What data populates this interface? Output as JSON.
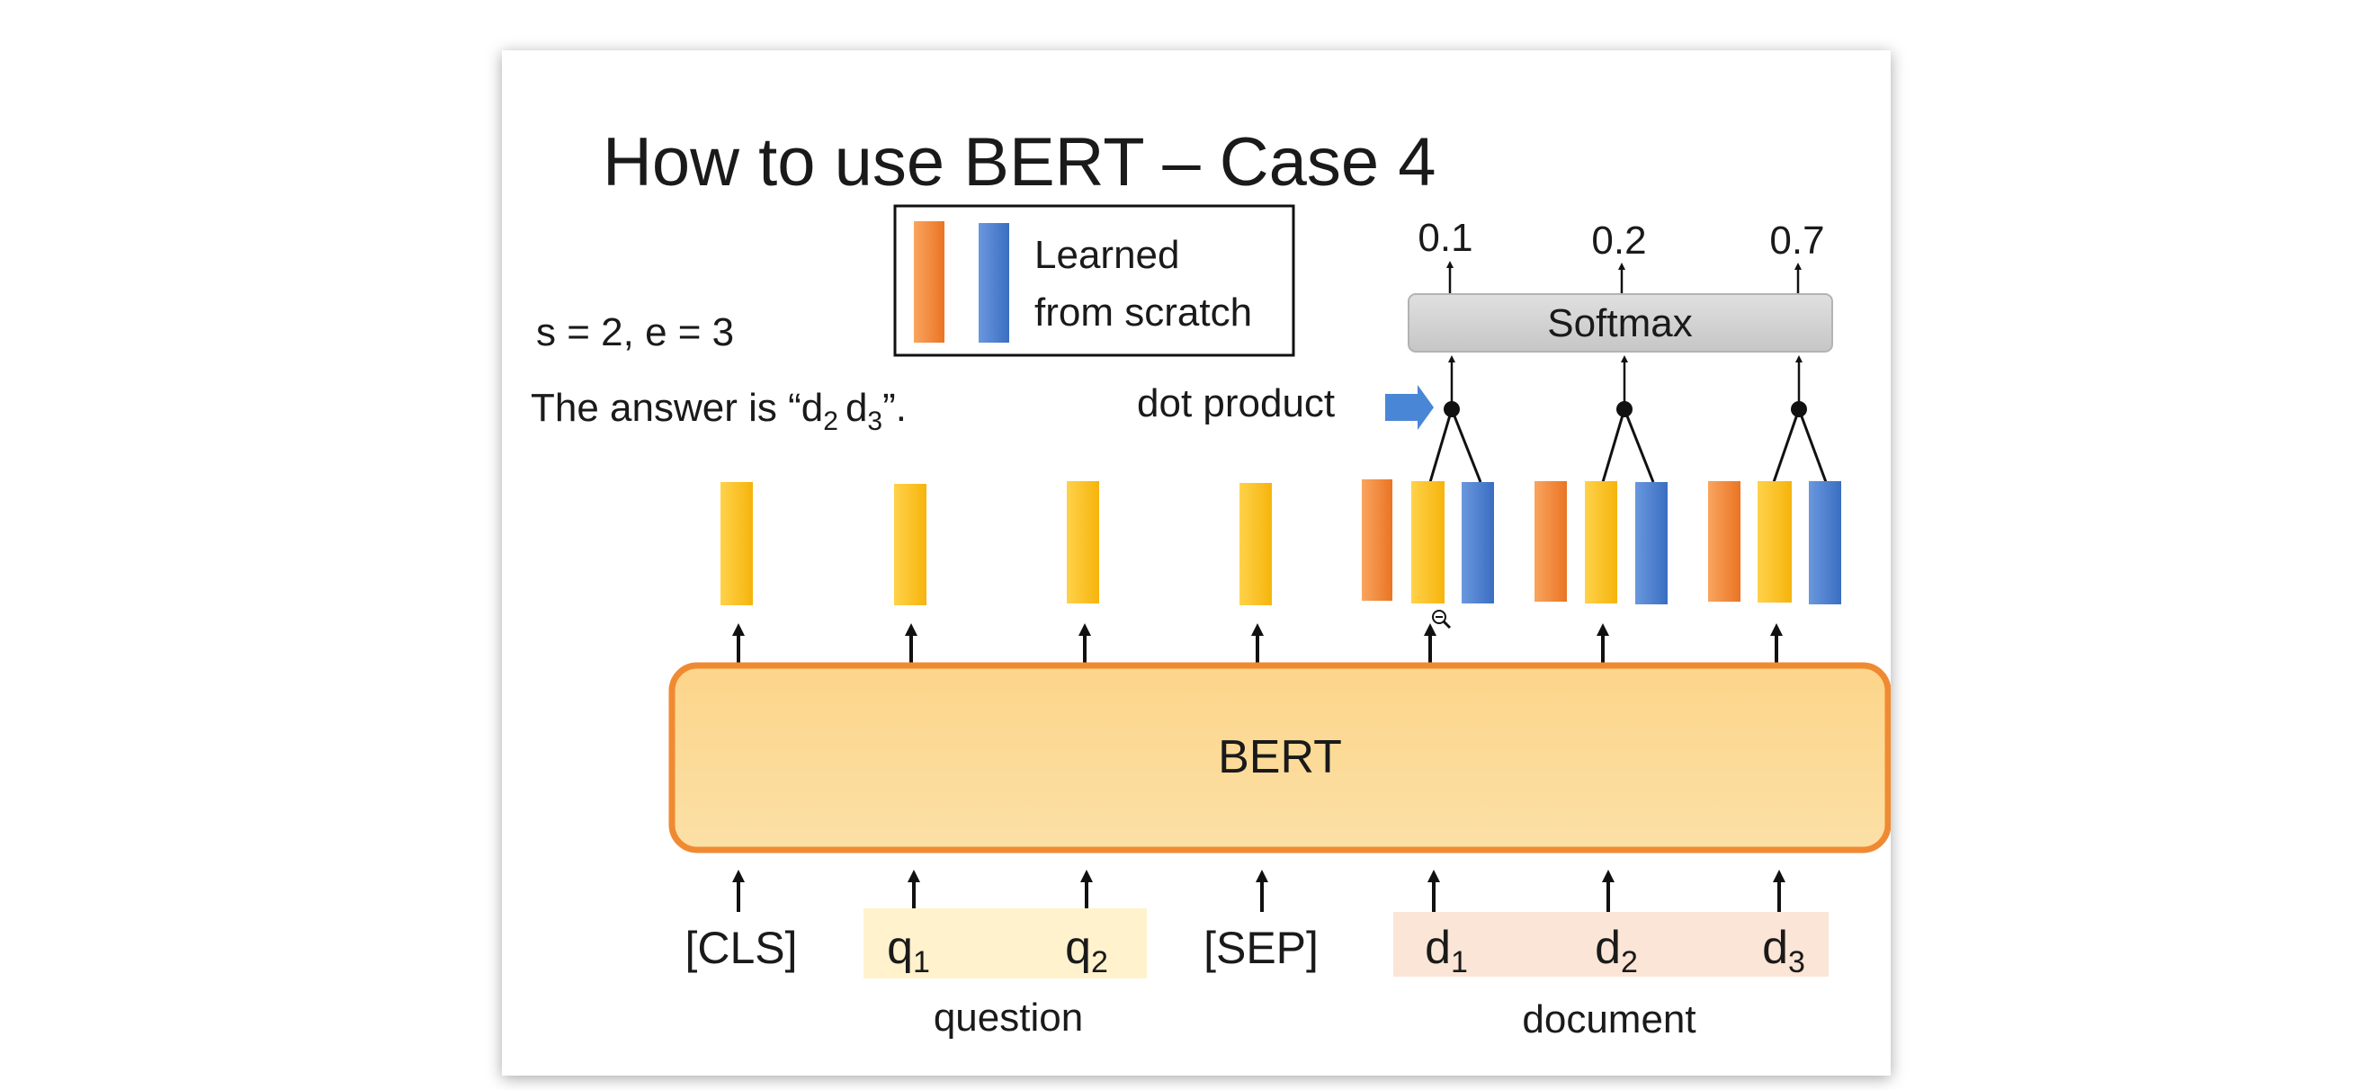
{
  "title": "How to use BERT – Case 4",
  "legend": {
    "line1": "Learned",
    "line2": "from scratch"
  },
  "result": {
    "indices": "s = 2, e = 3",
    "answer_prefix": "The answer is “",
    "answer_d1": "d",
    "answer_s1": "2",
    "answer_d2": "d",
    "answer_s2": "3",
    "answer_suffix": "”."
  },
  "dot_product_label": "dot product",
  "softmax_label": "Softmax",
  "probabilities": [
    "0.1",
    "0.2",
    "0.7"
  ],
  "bert_label": "BERT",
  "tokens": {
    "cls": "[CLS]",
    "q1": "q",
    "q1_sub": "1",
    "q2": "q",
    "q2_sub": "2",
    "sep": "[SEP]",
    "d1": "d",
    "d1_sub": "1",
    "d2": "d",
    "d2_sub": "2",
    "d3": "d",
    "d3_sub": "3"
  },
  "group_labels": {
    "question": "question",
    "document": "document"
  },
  "colors": {
    "orange_vector": "#f5873a",
    "yellow_vector": "#fdbf20",
    "blue_vector": "#4a7fcf",
    "bert_fill_top": "#fdd98a",
    "bert_fill_bottom": "#f9c45f",
    "bert_border": "#f08a32",
    "question_bg": "#fff2cc",
    "document_bg": "#fbe5d6",
    "softmax_fill": "#d4d4d4"
  }
}
